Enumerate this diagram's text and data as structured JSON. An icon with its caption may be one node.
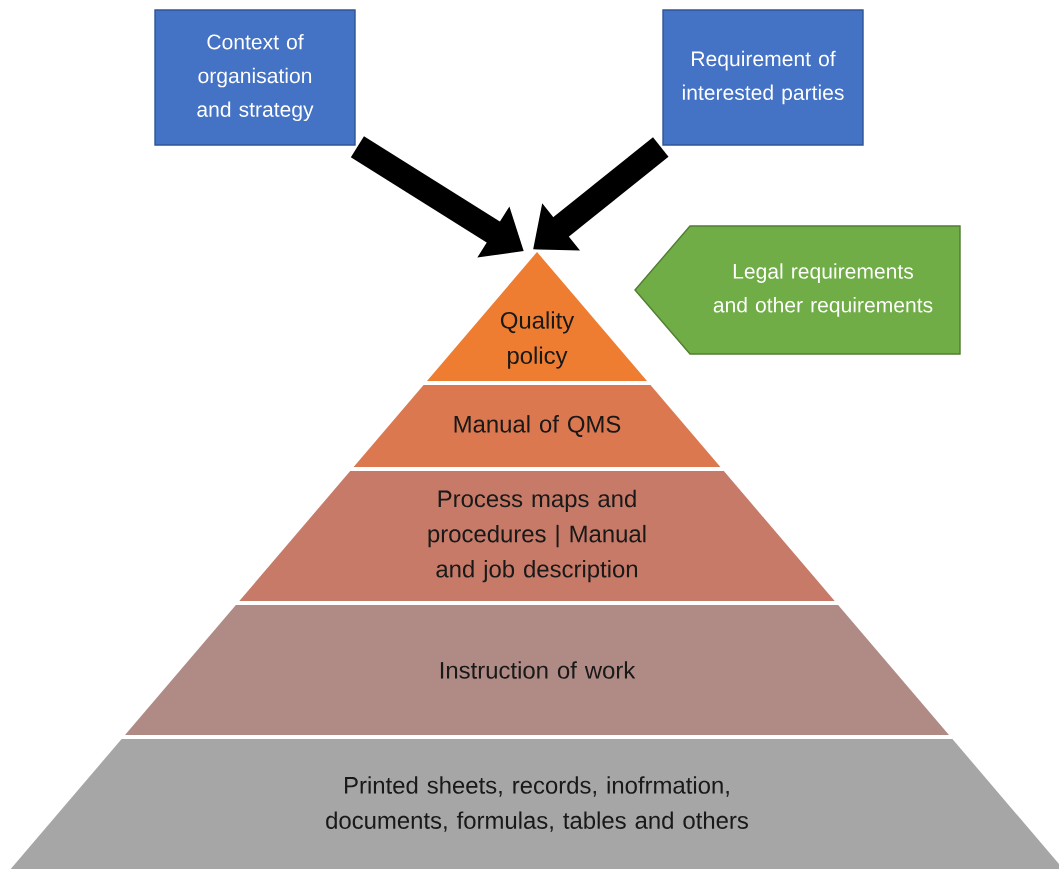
{
  "diagram": {
    "nodes": [
      {
        "text": [
          "Context of organisation and strategy"
        ]
      },
      {
        "text": [
          "Requirement of interested parties"
        ]
      },
      {
        "text": [
          "Legal requirements and other requirements"
        ]
      },
      {
        "text": [
          "Quality policy"
        ]
      },
      {
        "text": [
          "Manual of QMS"
        ]
      },
      {
        "text": [
          "Process maps and procedures | Manual and job description"
        ]
      },
      {
        "text": [
          "Instruction of work"
        ]
      },
      {
        "text": [
          "Printed sheets, records, inofrmation, documents, formulas, tables and others"
        ]
      }
    ],
    "edges": [
      {
        "from": 0,
        "to": 3,
        "arrow": "to"
      },
      {
        "from": 1,
        "to": 3,
        "arrow": "to"
      }
    ]
  }
}
